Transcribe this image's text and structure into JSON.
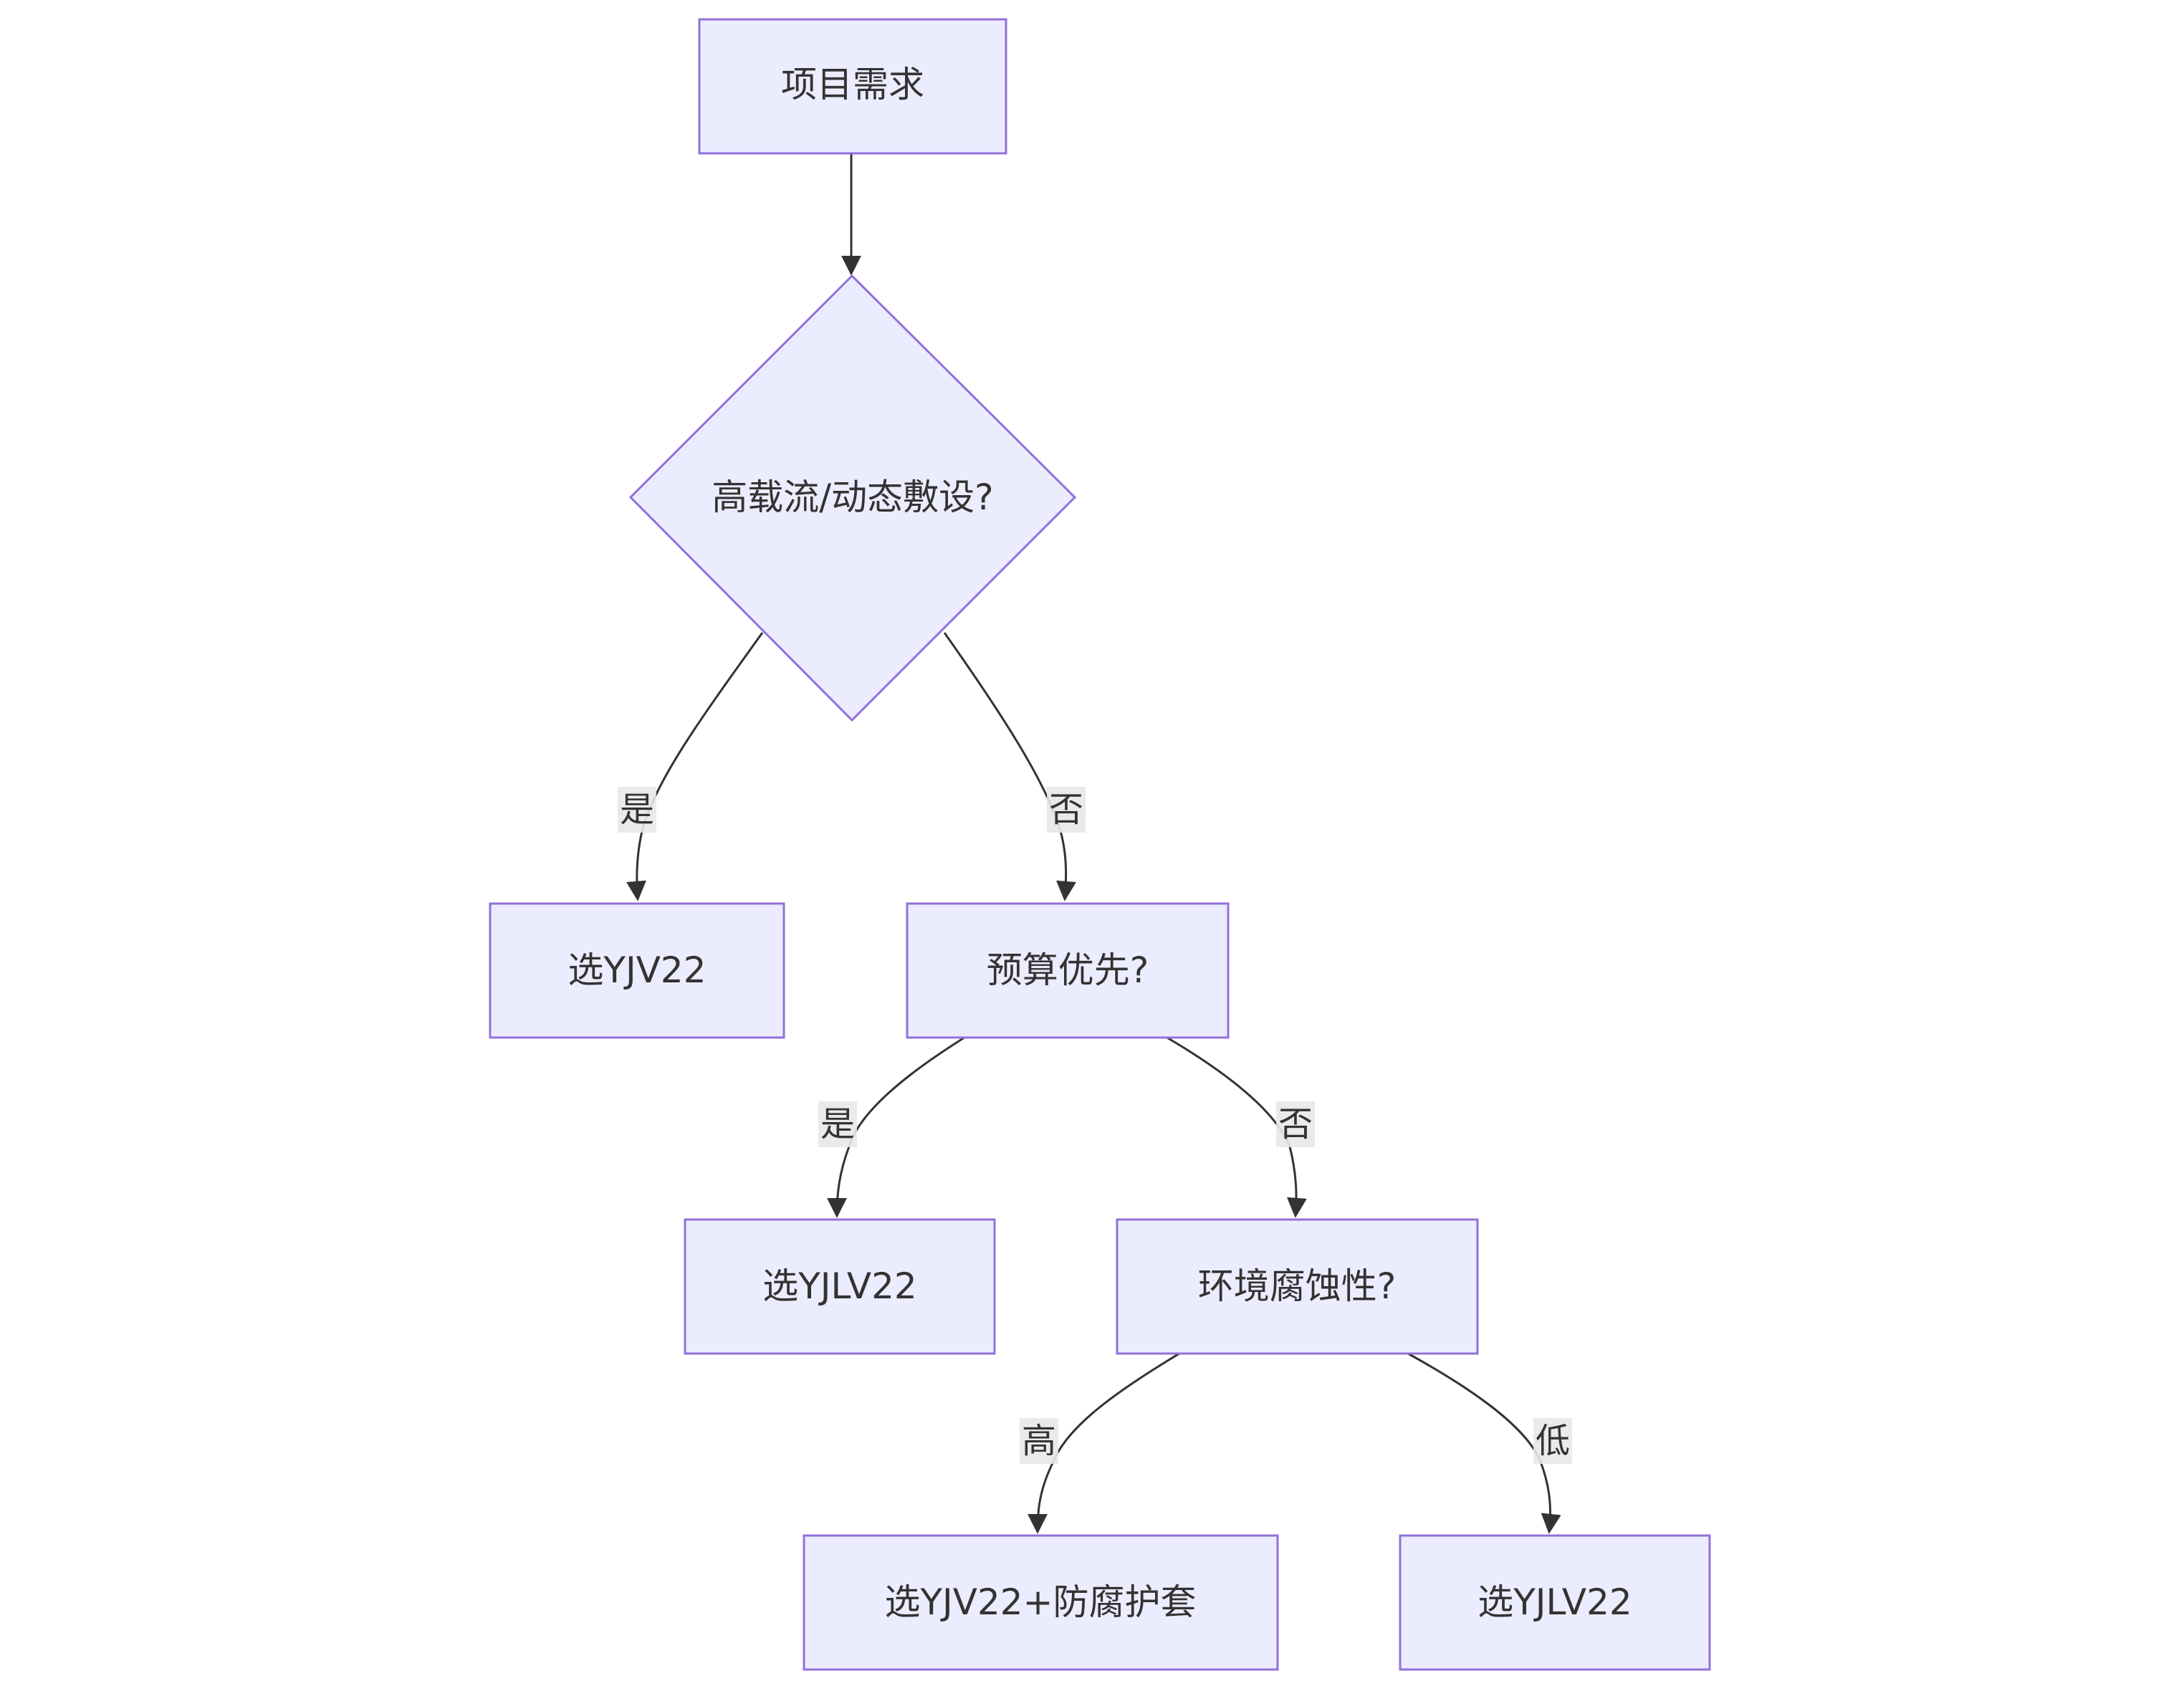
{
  "diagram": {
    "type": "flowchart",
    "nodes": {
      "start": "项目需求",
      "q_load": "高载流/动态敷设?",
      "yjv22_a": "选YJV22",
      "q_budget": "预算优先?",
      "yjlv22_a": "选YJLV22",
      "q_env": "环境腐蚀性?",
      "yjv22_sheath": "选YJV22+防腐护套",
      "yjlv22_b": "选YJLV22"
    },
    "edges": {
      "load_yes": "是",
      "load_no": "否",
      "budget_yes": "是",
      "budget_no": "否",
      "env_high": "高",
      "env_low": "低"
    },
    "colors": {
      "node_fill": "#ECECFF",
      "node_stroke": "#9370DB",
      "edge": "#333333",
      "label_bg": "#e8e8e8",
      "text": "#333333"
    }
  }
}
